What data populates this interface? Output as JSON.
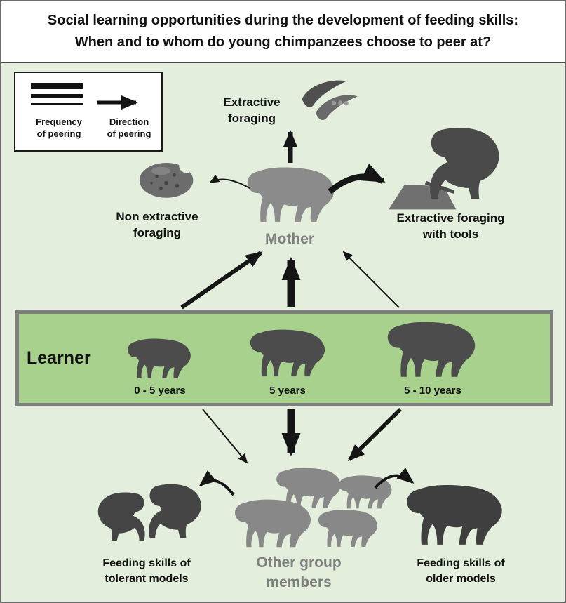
{
  "title": {
    "text": "Social learning opportunities during the development of feeding skills:\nWhen and to whom do young chimpanzees choose to peer at?"
  },
  "legend": {
    "frequency": "Frequency\nof peering",
    "direction": "Direction\nof peering"
  },
  "mother": {
    "label": "Mother"
  },
  "behaviors": {
    "extractive": "Extractive\nforaging",
    "non_extractive": "Non extractive\nforaging",
    "tools": "Extractive foraging\nwith tools"
  },
  "learner": {
    "label": "Learner",
    "ages": [
      "0 - 5 years",
      "5 years",
      "5 - 10 years"
    ]
  },
  "others": {
    "label": "Other group\nmembers",
    "tolerant": "Feeding skills of\ntolerant models",
    "older": "Feeding skills of\nolder models"
  },
  "colors": {
    "background": "#e3efdc",
    "band_green": "#a9d18e",
    "band_border": "#7f7f7f",
    "mother": "#8b8b8b",
    "group": "#888888",
    "learner": "#4c4c4c",
    "tool_chimp": "#4a4a4a",
    "tolerant": "#454545",
    "older": "#3f3f3f",
    "arrow": "#151515"
  }
}
